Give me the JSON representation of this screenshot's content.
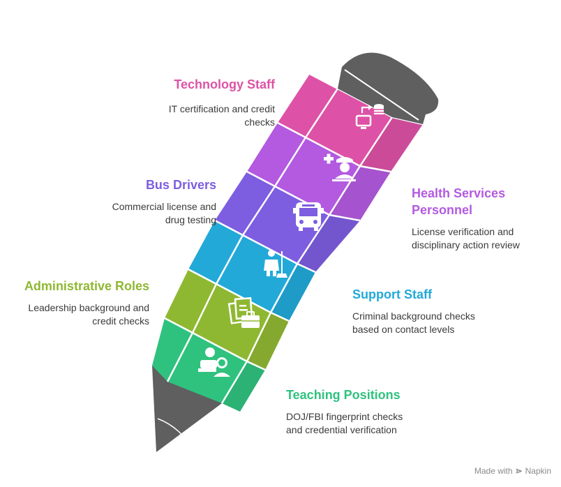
{
  "items": [
    {
      "key": "tech",
      "title": "Technology Staff",
      "desc": "IT certification and credit checks",
      "color": "#dd52a6",
      "icon": "computer-database-icon"
    },
    {
      "key": "health",
      "title": "Health Services Personnel",
      "desc": "License verification and disciplinary action review",
      "color": "#b35ae0",
      "icon": "nurse-icon"
    },
    {
      "key": "bus",
      "title": "Bus Drivers",
      "desc": "Commercial license and drug testing",
      "color": "#7d5ee0",
      "icon": "bus-icon"
    },
    {
      "key": "support",
      "title": "Support Staff",
      "desc": "Criminal background checks based on contact levels",
      "color": "#22a9d8",
      "icon": "janitor-icon"
    },
    {
      "key": "admin",
      "title": "Administrative Roles",
      "desc": "Leadership background and credit checks",
      "color": "#8fb832",
      "icon": "briefcase-documents-icon"
    },
    {
      "key": "teach",
      "title": "Teaching Positions",
      "desc": "DOJ/FBI fingerprint checks and credential verification",
      "color": "#2fc27e",
      "icon": "teacher-student-icon"
    }
  ],
  "footer": {
    "made_with": "Made with",
    "brand": "Napkin"
  }
}
